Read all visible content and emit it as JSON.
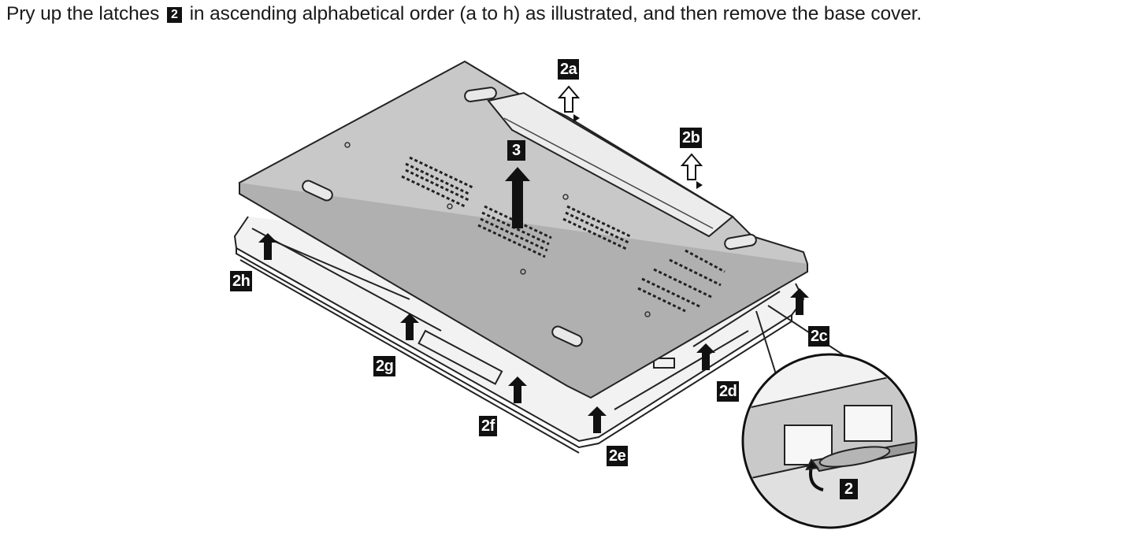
{
  "instruction": {
    "before": "Pry up the latches",
    "badge": "2",
    "after": "in ascending alphabetical order (a to h) as illustrated, and then remove the base cover."
  },
  "callouts": {
    "a": "2a",
    "b": "2b",
    "c": "2c",
    "d": "2d",
    "e": "2e",
    "f": "2f",
    "g": "2g",
    "h": "2h",
    "remove": "3",
    "detail": "2"
  }
}
